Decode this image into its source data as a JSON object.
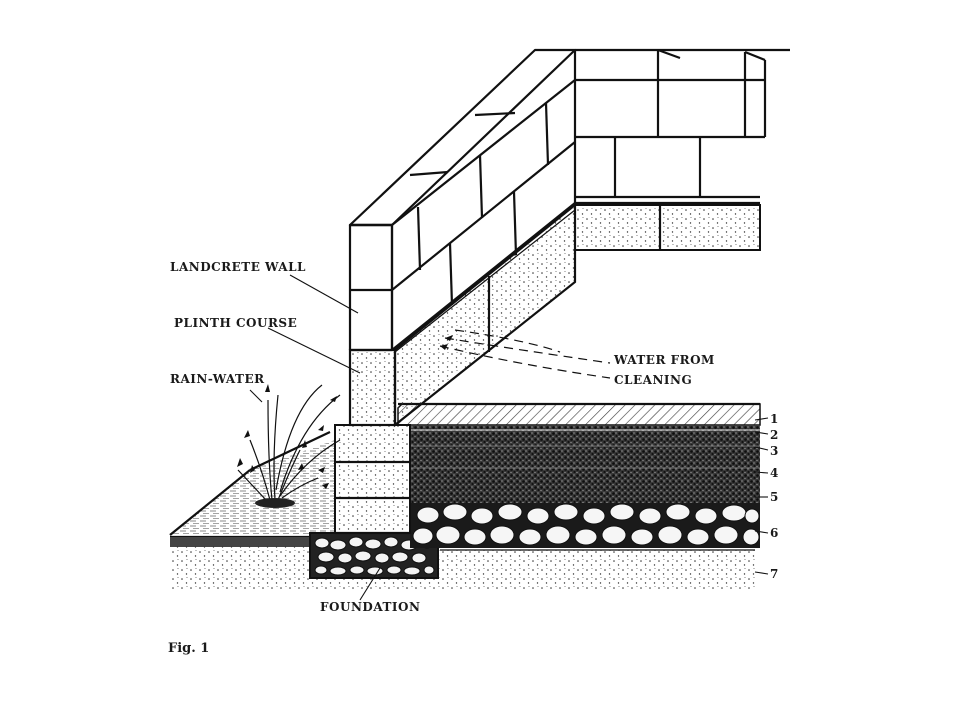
{
  "labels": {
    "landcrete_wall": "LANDCRETE WALL",
    "plinth_course": "PLINTH COURSE",
    "rain_water": "RAIN-WATER",
    "water_from": "WATER FROM",
    "cleaning": "CLEANING",
    "foundation": "FOUNDATION"
  },
  "layer_numbers": [
    "1",
    "2",
    "3",
    "4",
    "5",
    "6",
    "7"
  ],
  "caption": "Fig. 1"
}
